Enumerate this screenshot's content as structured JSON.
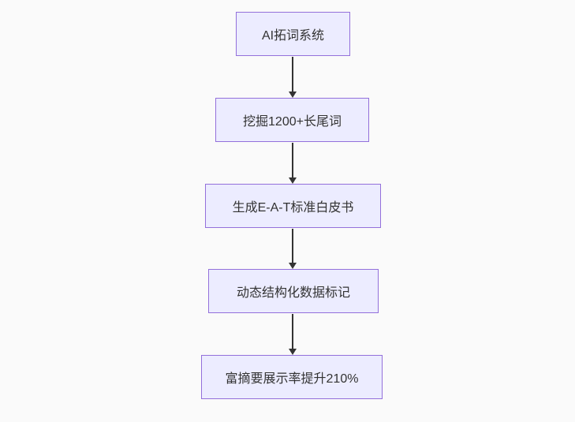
{
  "diagram": {
    "type": "flowchart",
    "direction": "top-down",
    "colors": {
      "bg": "#fafafa",
      "node_fill": "#ECECFF",
      "node_border": "#9370DB",
      "edge": "#333333",
      "text": "#333333"
    },
    "nodes": [
      {
        "label": "AI拓词系统"
      },
      {
        "label": "挖掘1200+长尾词"
      },
      {
        "label": "生成E-A-T标准白皮书"
      },
      {
        "label": "动态结构化数据标记"
      },
      {
        "label": "富摘要展示率提升210%"
      }
    ],
    "edges": [
      {
        "from": 0,
        "to": 1
      },
      {
        "from": 1,
        "to": 2
      },
      {
        "from": 2,
        "to": 3
      },
      {
        "from": 3,
        "to": 4
      }
    ]
  }
}
